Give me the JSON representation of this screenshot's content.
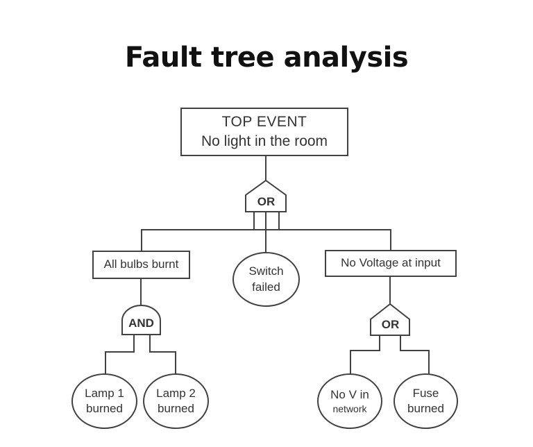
{
  "title": "Fault tree analysis",
  "colors": {
    "background": "#ffffff",
    "line": "#414141",
    "text": "#333333",
    "title": "#111111"
  },
  "tree": {
    "top_event": {
      "title": "TOP EVENT",
      "subtitle": "No light in the room"
    },
    "root_gate": {
      "type": "OR",
      "label": "OR"
    },
    "branches": {
      "all_bulbs": {
        "label": "All bulbs burnt",
        "gate": {
          "type": "AND",
          "label": "AND"
        },
        "children": {
          "lamp1": {
            "line1": "Lamp 1",
            "line2": "burned"
          },
          "lamp2": {
            "line1": "Lamp 2",
            "line2": "burned"
          }
        }
      },
      "switch": {
        "line1": "Switch",
        "line2": "failed"
      },
      "no_voltage": {
        "label": "No Voltage at input",
        "gate": {
          "type": "OR",
          "label": "OR"
        },
        "children": {
          "no_v_network": {
            "line1": "No V in",
            "line2": "network"
          },
          "fuse": {
            "line1": "Fuse",
            "line2": "burned"
          }
        }
      }
    }
  }
}
